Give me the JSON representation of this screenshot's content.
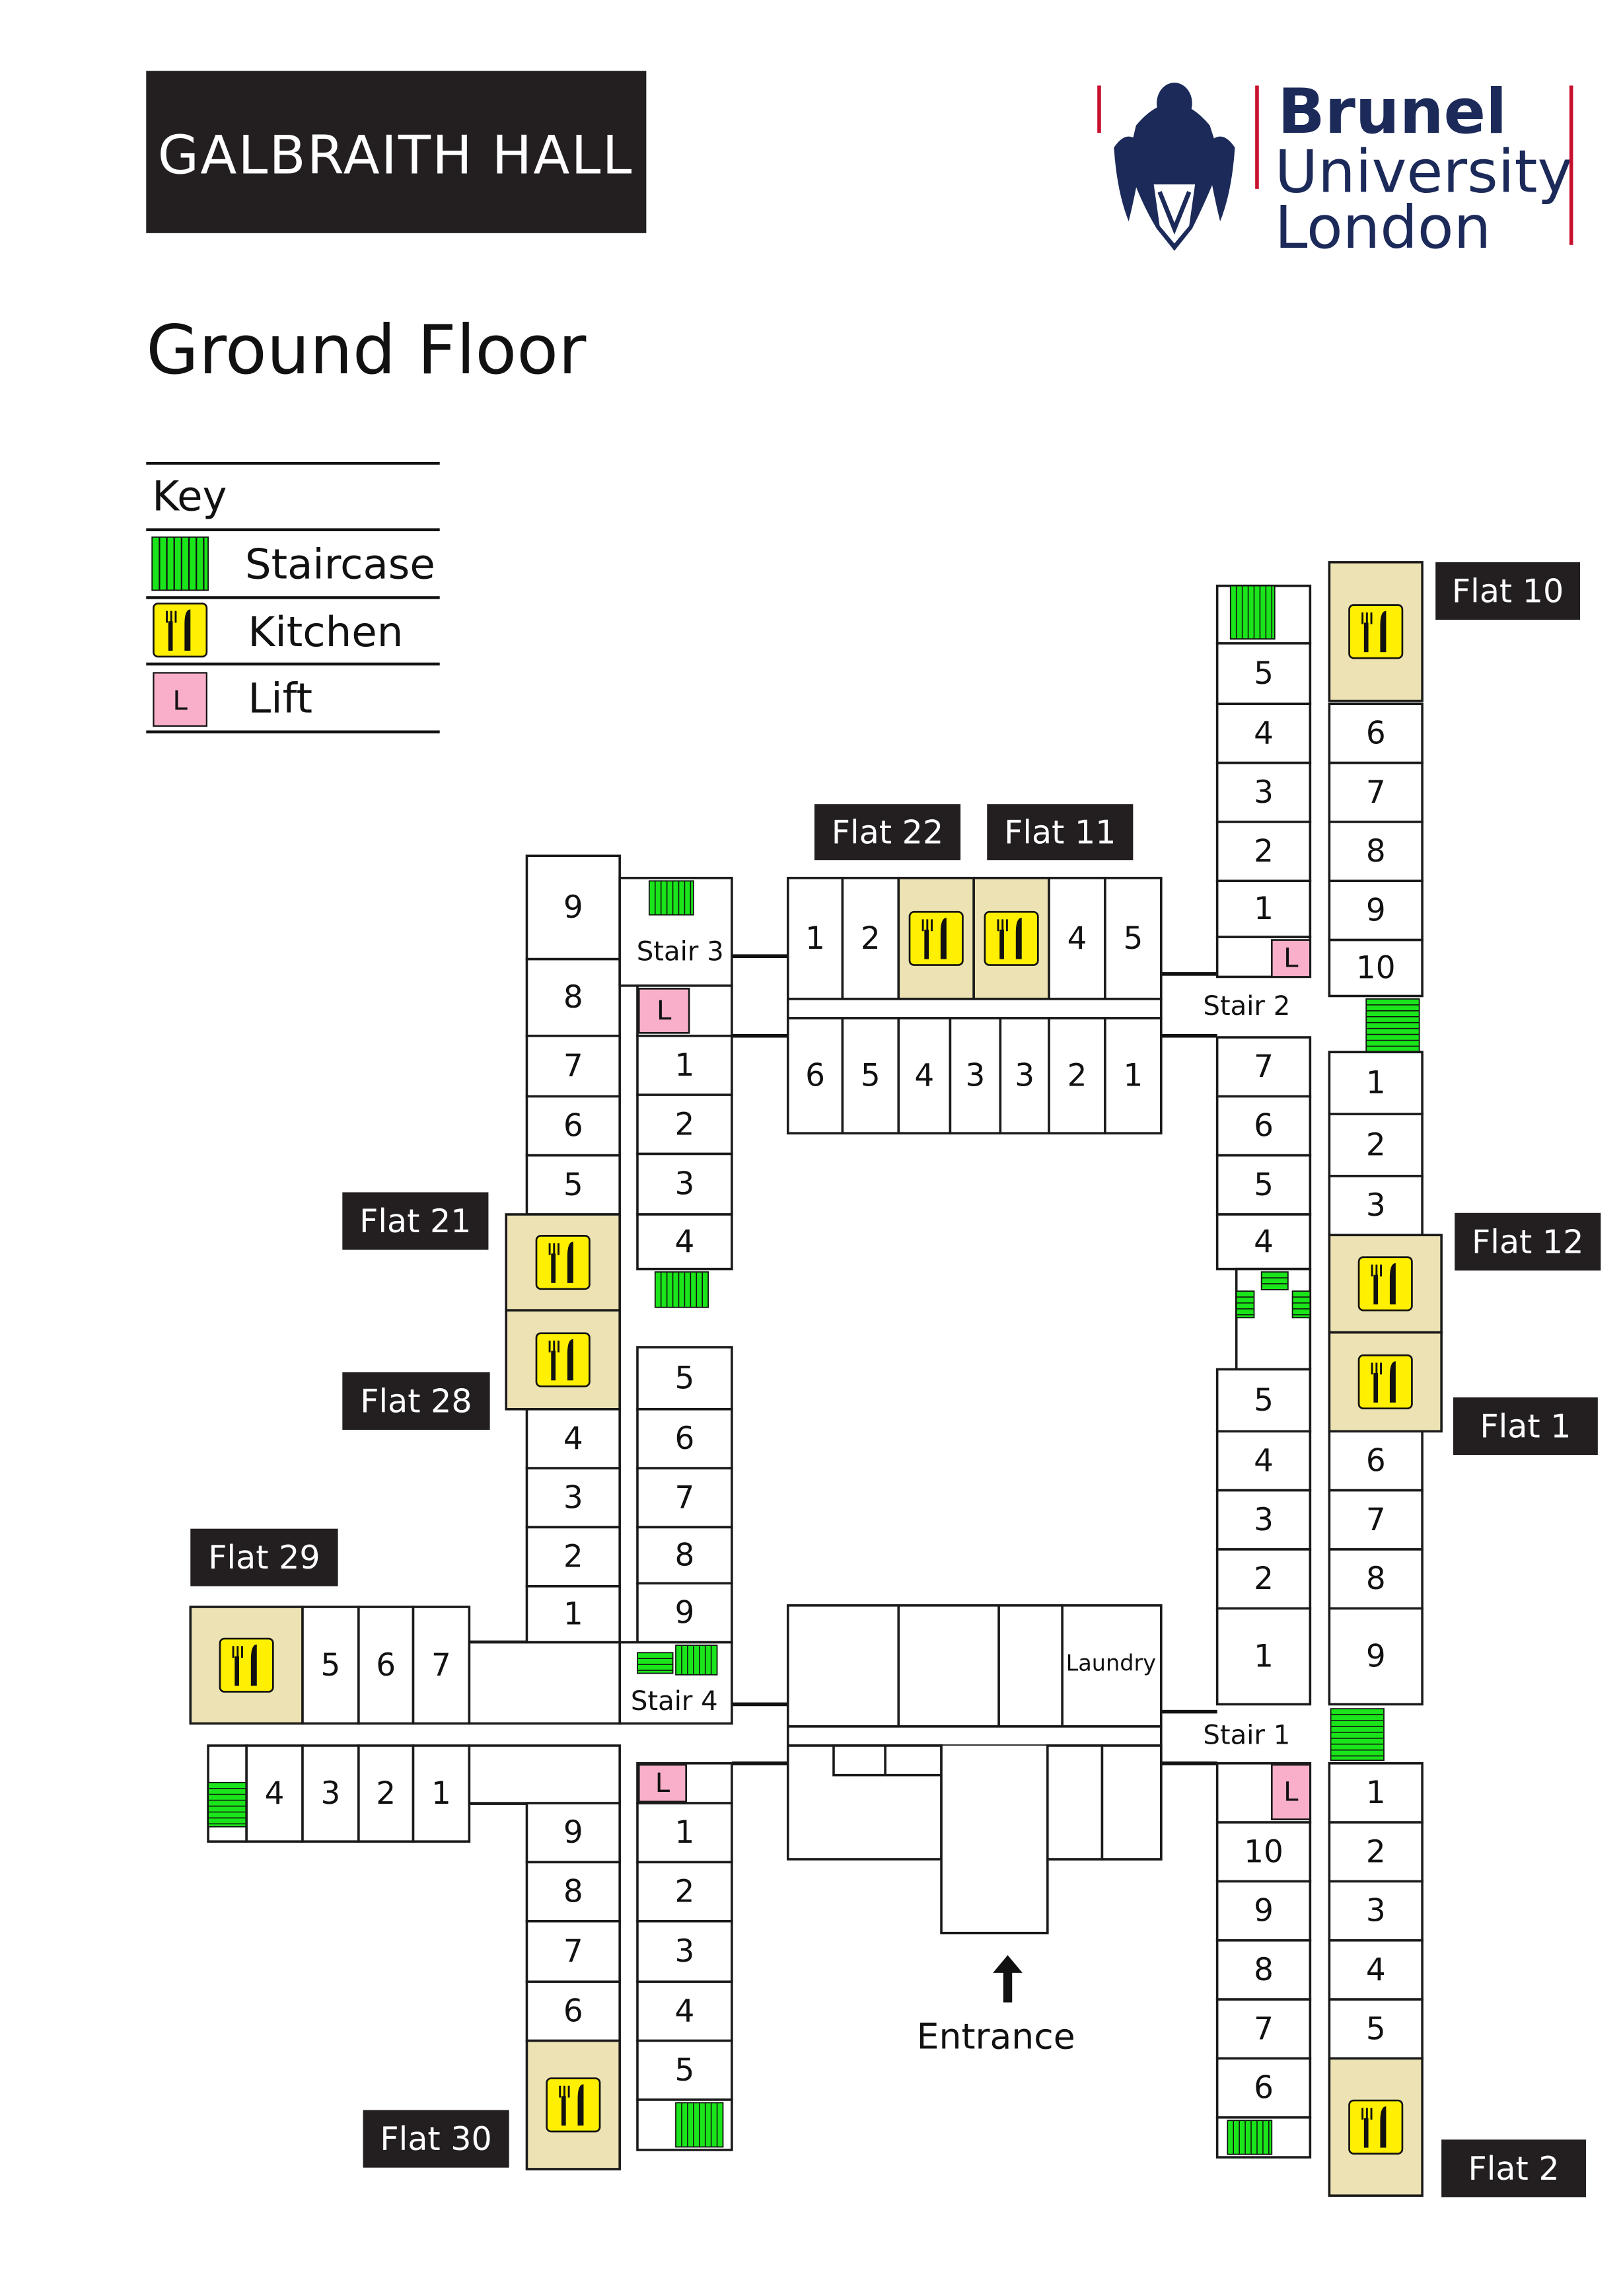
{
  "header": {
    "building": "GALBRAITH HALL",
    "floor": "Ground Floor"
  },
  "logo": {
    "line1": "Brunel",
    "line2": "University",
    "line3": "London",
    "navy": "#1c2a5a",
    "red": "#c8102e"
  },
  "key": {
    "title": "Key",
    "items": [
      {
        "label": "Staircase",
        "icon": "staircase-icon",
        "color": "#1ae51a"
      },
      {
        "label": "Kitchen",
        "icon": "kitchen-icon",
        "color": "#ffef00"
      },
      {
        "label": "Lift",
        "icon": "lift-icon",
        "symbol": "L",
        "color": "#f9afc9"
      }
    ]
  },
  "flats": {
    "f10": "Flat 10",
    "f22": "Flat 22",
    "f11": "Flat 11",
    "f21": "Flat 21",
    "f12": "Flat 12",
    "f28": "Flat 28",
    "f1": "Flat 1",
    "f29": "Flat 29",
    "f30": "Flat 30",
    "f2": "Flat 2"
  },
  "stairs": {
    "s1": "Stair 1",
    "s2": "Stair 2",
    "s3": "Stair 3",
    "s4": "Stair 4"
  },
  "lift_symbol": "L",
  "laundry": "Laundry",
  "entrance": "Entrance",
  "rooms": {
    "w_a": [
      "9",
      "8",
      "7",
      "6",
      "5",
      "4",
      "3",
      "2",
      "1"
    ],
    "w_b": [
      "1",
      "2",
      "3",
      "4",
      "5",
      "6",
      "7",
      "8",
      "9"
    ],
    "f29_top": [
      "5",
      "6",
      "7"
    ],
    "f29_bot": [
      "4",
      "3",
      "2",
      "1"
    ],
    "sw_a": [
      "9",
      "8",
      "7",
      "6"
    ],
    "sw_b": [
      "1",
      "2",
      "3",
      "4",
      "5"
    ],
    "top_row": [
      "1",
      "2",
      "4",
      "5"
    ],
    "bot_row": [
      "6",
      "5",
      "4",
      "3",
      "3",
      "2",
      "1"
    ],
    "e_c1": [
      "5",
      "4",
      "3",
      "2",
      "1"
    ],
    "e_c2": [
      "7",
      "6",
      "5",
      "4"
    ],
    "e_c3": [
      "5",
      "4",
      "3",
      "2",
      "1"
    ],
    "e_c4": [
      "10",
      "9",
      "8",
      "7",
      "6"
    ],
    "e_d1": [
      "6",
      "7",
      "8",
      "9",
      "10"
    ],
    "e_d2": [
      "1",
      "2",
      "3"
    ],
    "e_d3": [
      "6",
      "7",
      "8",
      "9"
    ],
    "e_d4": [
      "1",
      "2",
      "3",
      "4",
      "5"
    ]
  }
}
